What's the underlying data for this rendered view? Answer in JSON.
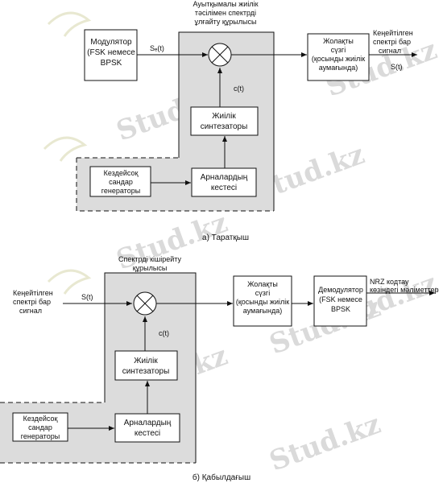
{
  "watermark": "Stud.kz",
  "transmitter": {
    "dashed_label_line1": "Ауытқымалы жиілік",
    "dashed_label_line2": "тәсілімен спектрді",
    "dashed_label_line3": "ұлғайту құрылысы",
    "modulator": [
      "Модулятор",
      "(FSK немесе",
      "BPSK"
    ],
    "s_d": "Sₑ(t)",
    "bandpass": [
      "Жолақты",
      "сүзгі",
      "(қосынды жиілік",
      "аумағында)"
    ],
    "out_label": [
      "Кеңейтілген",
      "спектрі бар",
      "сигнал"
    ],
    "s_t": "S(t)",
    "c_t": "c(t)",
    "synth": [
      "Жиілік",
      "синтезаторы"
    ],
    "random": [
      "Кездейсоқ",
      "сандар",
      "генераторы"
    ],
    "channels": [
      "Арналардың",
      "кестесі"
    ],
    "caption": "а) Таратқыш"
  },
  "receiver": {
    "title_line1": "Спектрді кішірейту",
    "title_line2": "құрылысы",
    "in_label": [
      "Кеңейтілген",
      "спектрі бар",
      "сигнал"
    ],
    "s_t": "S(t)",
    "c_t": "c(t)",
    "bandpass": [
      "Жолақты",
      "сүзгі",
      "(қосынды жиілік",
      "аумағында)"
    ],
    "demodulator": [
      "Демодулятор",
      "(FSK немесе",
      "BPSK"
    ],
    "out_label": [
      "NRZ кодтау",
      "көзіндегі мәліметтер"
    ],
    "synth": [
      "Жиілік",
      "синтезаторы"
    ],
    "random": [
      "Кездейсоқ",
      "сандар",
      "генераторы"
    ],
    "channels": [
      "Арналардың",
      "кестесі"
    ],
    "caption": "б) Қабылдағыш"
  }
}
